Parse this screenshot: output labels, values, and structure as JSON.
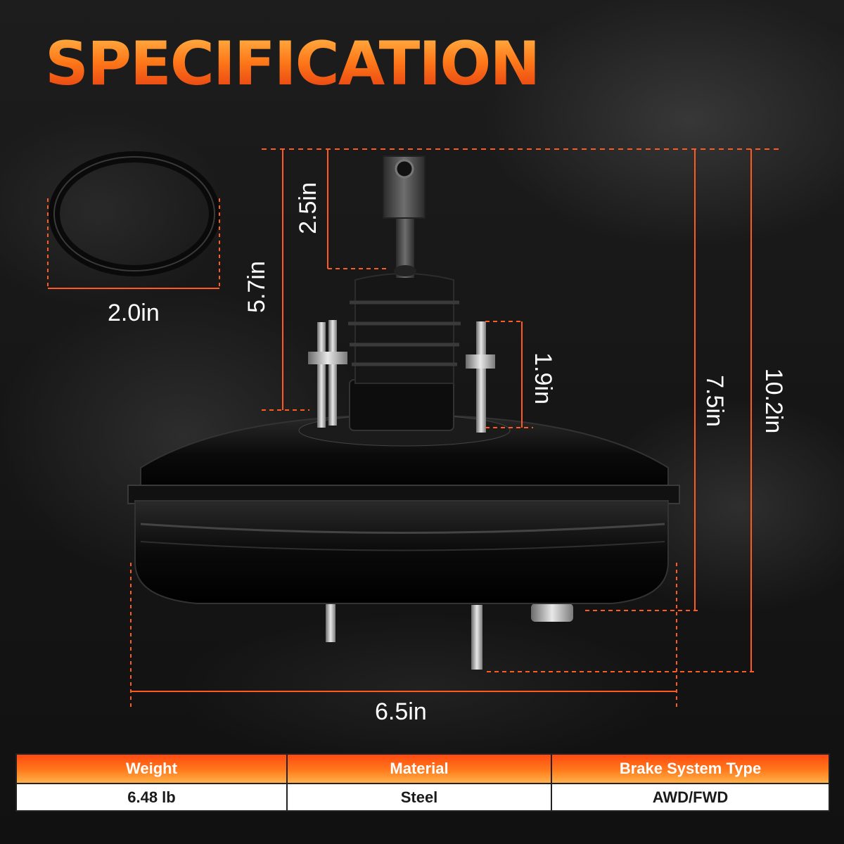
{
  "heading": "SPECIFICATION",
  "dimensions": {
    "seal_diameter": "2.0in",
    "rod_length": "2.5in",
    "boot_height": "5.7in",
    "stud_height": "1.9in",
    "body_height": "7.5in",
    "total_height": "10.2in",
    "body_width": "6.5in"
  },
  "colors": {
    "accent": "#ff5a1f",
    "dimension_line": "#ff5a1f",
    "header_gradient_top": "#ff4a12",
    "header_gradient_bottom": "#ffb14a"
  },
  "spec_table": {
    "headers": [
      "Weight",
      "Material",
      "Brake System Type"
    ],
    "values": [
      "6.48 lb",
      "Steel",
      "AWD/FWD"
    ]
  }
}
